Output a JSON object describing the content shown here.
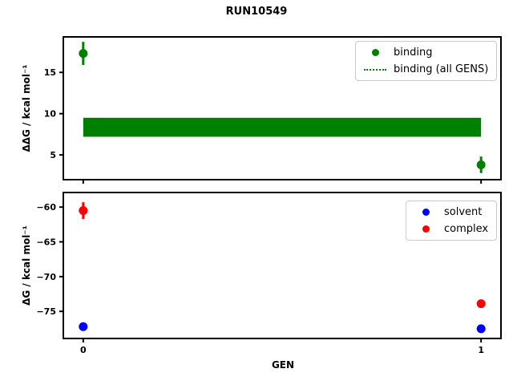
{
  "title": "RUN10549",
  "xlabel": "GEN",
  "colors": {
    "binding": "#008000",
    "solvent": "#0000ff",
    "complex": "#ff0000",
    "axis": "#000000",
    "legend_border": "#cccccc"
  },
  "legend_top": {
    "items": [
      {
        "label": "binding",
        "swatch": "dot",
        "color": "#008000"
      },
      {
        "label": "binding (all GENS)",
        "swatch": "dotted-line",
        "color": "#008000"
      }
    ]
  },
  "legend_bottom": {
    "items": [
      {
        "label": "solvent",
        "swatch": "dot",
        "color": "#0000ff"
      },
      {
        "label": "complex",
        "swatch": "dot",
        "color": "#ff0000"
      }
    ]
  },
  "chart_data": [
    {
      "type": "scatter",
      "title": "RUN10549",
      "ylabel": "ΔΔG / kcal mol⁻¹",
      "xlim": [
        -0.05,
        1.05
      ],
      "ylim": [
        2.0,
        19.3
      ],
      "xticks": [
        0,
        1
      ],
      "xticklabels": null,
      "yticks": [
        5,
        10,
        15
      ],
      "yticklabels": [
        "5",
        "10",
        "15"
      ],
      "grid": false,
      "legend_position": "upper right",
      "series": [
        {
          "name": "binding",
          "color": "#008000",
          "x": [
            0,
            1
          ],
          "y": [
            17.3,
            3.8
          ],
          "yerr": [
            1.4,
            1.0
          ]
        }
      ],
      "band": {
        "name": "binding (all GENS)",
        "color": "#008000",
        "x": [
          0,
          1
        ],
        "y_range": [
          7.2,
          9.5
        ]
      }
    },
    {
      "type": "scatter",
      "ylabel": "ΔG / kcal mol⁻¹",
      "xlabel": "GEN",
      "xlim": [
        -0.05,
        1.05
      ],
      "ylim": [
        -78.9,
        -57.9
      ],
      "xticks": [
        0,
        1
      ],
      "xticklabels": [
        "0",
        "1"
      ],
      "yticks": [
        -60,
        -65,
        -70,
        -75
      ],
      "yticklabels": [
        "−60",
        "−65",
        "−70",
        "−75"
      ],
      "grid": false,
      "legend_position": "upper right",
      "series": [
        {
          "name": "solvent",
          "color": "#0000ff",
          "x": [
            0,
            1
          ],
          "y": [
            -77.2,
            -77.5
          ],
          "yerr": [
            0,
            0
          ]
        },
        {
          "name": "complex",
          "color": "#ff0000",
          "x": [
            0,
            1
          ],
          "y": [
            -60.5,
            -73.9
          ],
          "yerr": [
            1.2,
            0.3
          ]
        }
      ]
    }
  ]
}
